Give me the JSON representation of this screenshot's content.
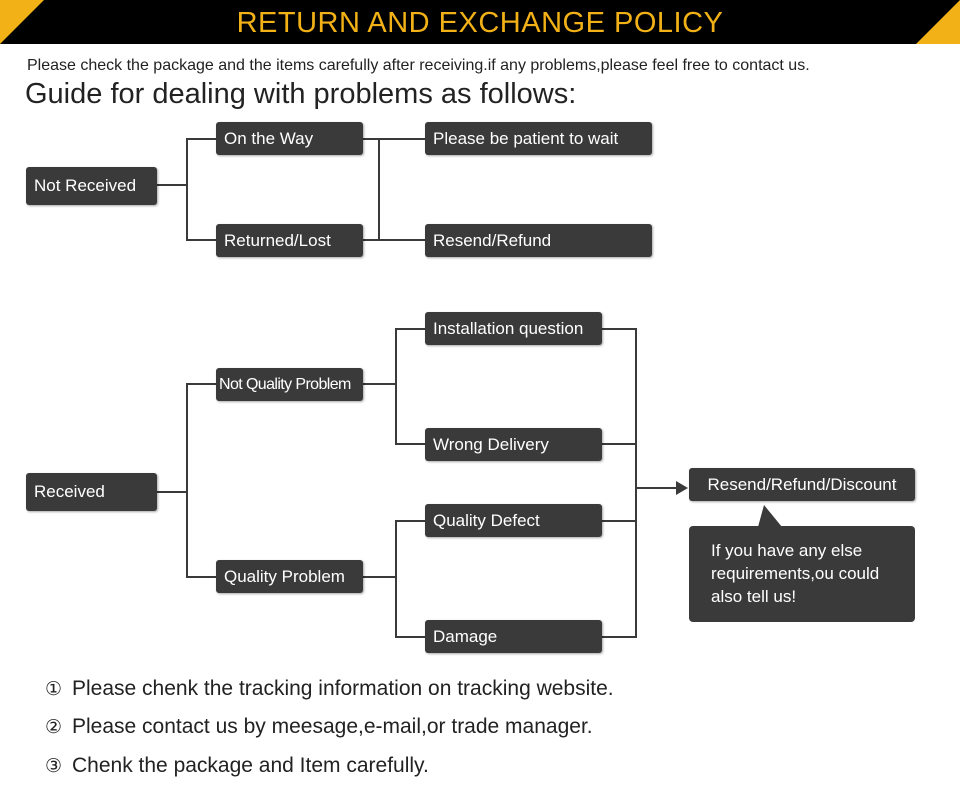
{
  "header": {
    "title": "RETURN AND EXCHANGE POLICY",
    "accent_color": "#f2b116",
    "background_color": "#000000"
  },
  "intro_text": "Please check the package and the items carefully after receiving.if any problems,please feel free to contact us.",
  "guide_heading": "Guide for dealing with problems as follows:",
  "flow": {
    "not_received": {
      "root": "Not Received",
      "branch_on_the_way": "On the Way",
      "branch_returned_lost": "Returned/Lost",
      "result_wait": "Please be patient to wait",
      "result_resend_refund": "Resend/Refund"
    },
    "received": {
      "root": "Received",
      "branch_not_quality": "Not Quality Problem",
      "branch_quality": "Quality Problem",
      "leaf_installation": "Installation question",
      "leaf_wrong_delivery": "Wrong Delivery",
      "leaf_quality_defect": "Quality Defect",
      "leaf_damage": "Damage",
      "result": "Resend/Refund/Discount",
      "callout_line1": "If you have any else",
      "callout_line2": "requirements,ou could",
      "callout_line3": "also tell us!"
    },
    "box_color": "#3a3a3a"
  },
  "notes": [
    {
      "num": "①",
      "text": "Please chenk the tracking information on tracking website."
    },
    {
      "num": "②",
      "text": "Please contact us by meesage,e-mail,or trade manager."
    },
    {
      "num": "③",
      "text": "Chenk the package and Item carefully."
    }
  ]
}
